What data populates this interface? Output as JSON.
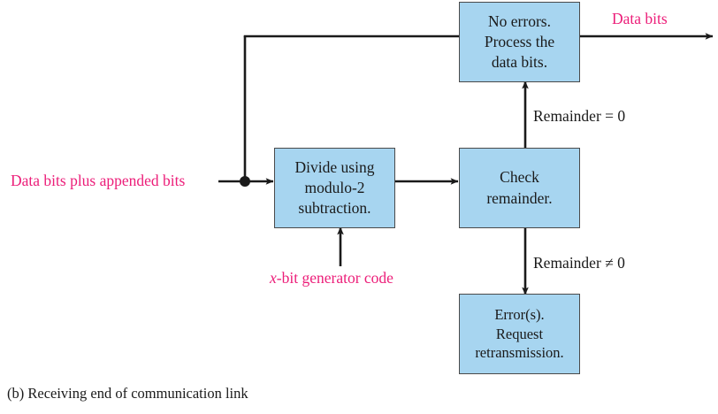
{
  "figure": {
    "caption": "(b) Receiving end of communication link",
    "colors": {
      "box_fill": "#a7d5f0",
      "box_stroke": "#4a4a4a",
      "wire": "#1a1a1a",
      "accent_pink": "#ec1e79",
      "background": "#ffffff"
    }
  },
  "boxes": {
    "divide": {
      "line1": "Divide using",
      "line2": "modulo-2",
      "line3": "subtraction."
    },
    "check": {
      "line1": "Check",
      "line2": "remainder."
    },
    "no_errors": {
      "line1": "No errors.",
      "line2": "Process the",
      "line3": "data bits."
    },
    "errors": {
      "line1": "Error(s).",
      "line2": "Request",
      "line3": "retransmission."
    }
  },
  "labels": {
    "input": "Data bits plus appended bits",
    "generator_prefix": "x",
    "generator_rest": "-bit generator code",
    "remainder_zero": "Remainder = 0",
    "remainder_nonzero": "Remainder ≠ 0",
    "output": "Data bits"
  }
}
